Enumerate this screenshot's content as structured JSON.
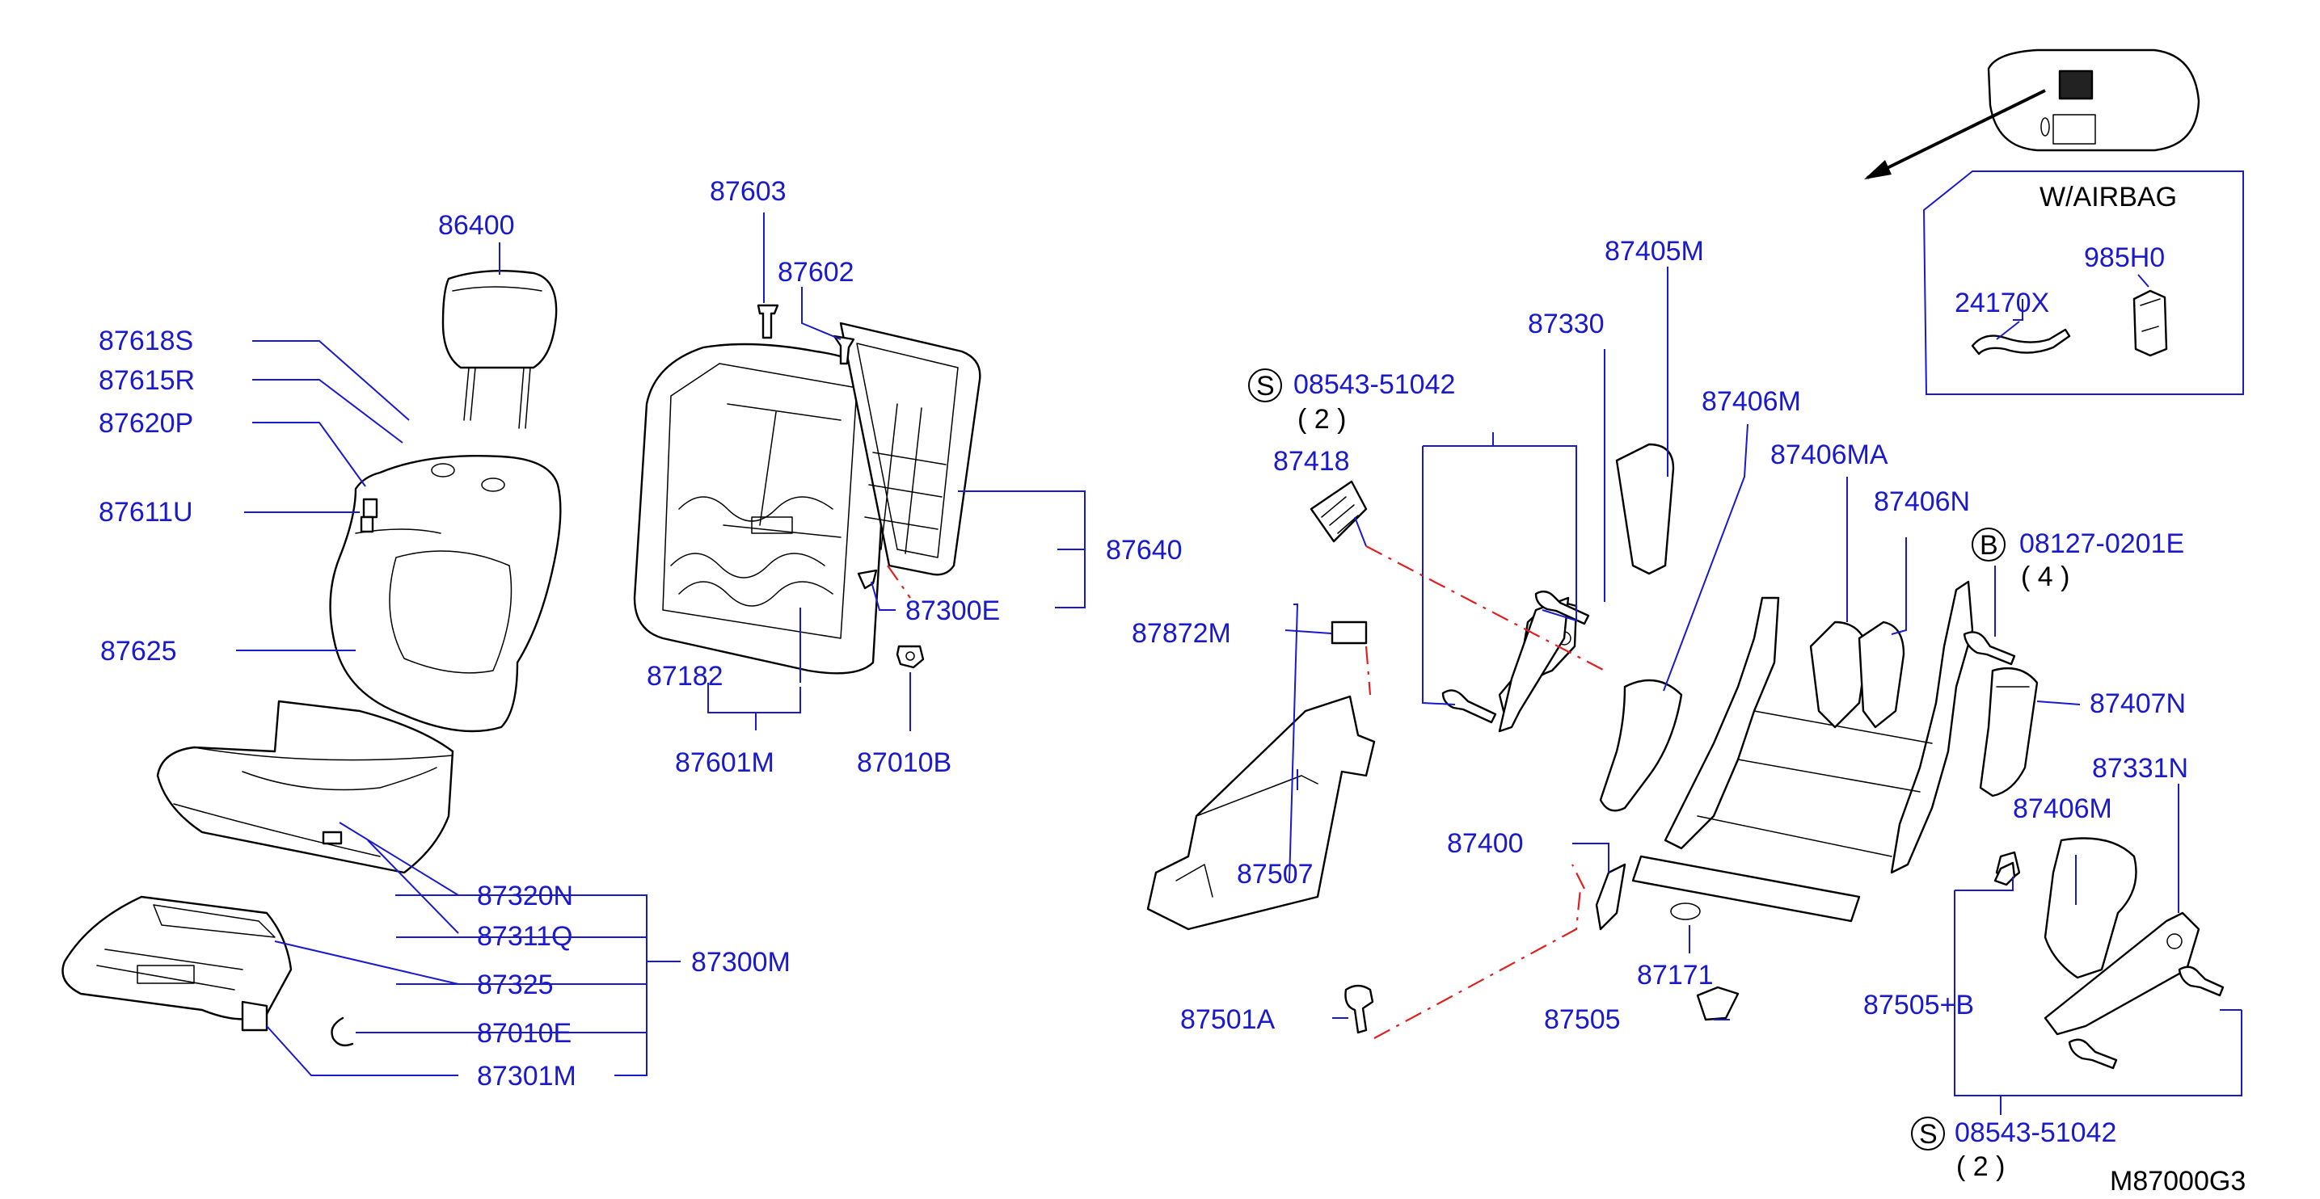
{
  "diagram": {
    "code": "M87000G3",
    "callouts": [
      {
        "id": "c86400",
        "text": "86400"
      },
      {
        "id": "c87618s",
        "text": "87618S"
      },
      {
        "id": "c87615r",
        "text": "87615R"
      },
      {
        "id": "c87620p",
        "text": "87620P"
      },
      {
        "id": "c87611u",
        "text": "87611U"
      },
      {
        "id": "c87625",
        "text": "87625"
      },
      {
        "id": "c87603",
        "text": "87603"
      },
      {
        "id": "c87602",
        "text": "87602"
      },
      {
        "id": "c87640",
        "text": "87640"
      },
      {
        "id": "c87300e",
        "text": "87300E"
      },
      {
        "id": "c87182",
        "text": "87182"
      },
      {
        "id": "c87601m",
        "text": "87601M"
      },
      {
        "id": "c87010b",
        "text": "87010B"
      },
      {
        "id": "c87320n",
        "text": "87320N"
      },
      {
        "id": "c87311q",
        "text": "87311Q"
      },
      {
        "id": "c87325",
        "text": "87325"
      },
      {
        "id": "c87300m",
        "text": "87300M"
      },
      {
        "id": "c87010e",
        "text": "87010E"
      },
      {
        "id": "c87301m",
        "text": "87301M"
      },
      {
        "id": "c08543a",
        "text": "08543-51042"
      },
      {
        "id": "c87418",
        "text": "87418"
      },
      {
        "id": "c87330",
        "text": "87330"
      },
      {
        "id": "c87405m",
        "text": "87405M"
      },
      {
        "id": "c87406m",
        "text": "87406M"
      },
      {
        "id": "c87406ma",
        "text": "87406MA"
      },
      {
        "id": "c87406n",
        "text": "87406N"
      },
      {
        "id": "c08127",
        "text": "08127-0201E"
      },
      {
        "id": "c87407n",
        "text": "87407N"
      },
      {
        "id": "c87331n",
        "text": "87331N"
      },
      {
        "id": "c87406m2",
        "text": "87406M"
      },
      {
        "id": "c87872m",
        "text": "87872M"
      },
      {
        "id": "c87507",
        "text": "87507"
      },
      {
        "id": "c87400",
        "text": "87400"
      },
      {
        "id": "c87171",
        "text": "87171"
      },
      {
        "id": "c87505",
        "text": "87505"
      },
      {
        "id": "c87505b",
        "text": "87505+B"
      },
      {
        "id": "c87501a",
        "text": "87501A"
      },
      {
        "id": "c08543b",
        "text": "08543-51042"
      },
      {
        "id": "c24170x",
        "text": "24170X"
      },
      {
        "id": "c985h0",
        "text": "985H0"
      }
    ],
    "qty_a": "( 2 )",
    "qty_b": "( 4 )",
    "qty_c": "( 2 )",
    "symbol_s": "S",
    "symbol_b": "B",
    "airbag_box_title": "W/AIRBAG"
  }
}
